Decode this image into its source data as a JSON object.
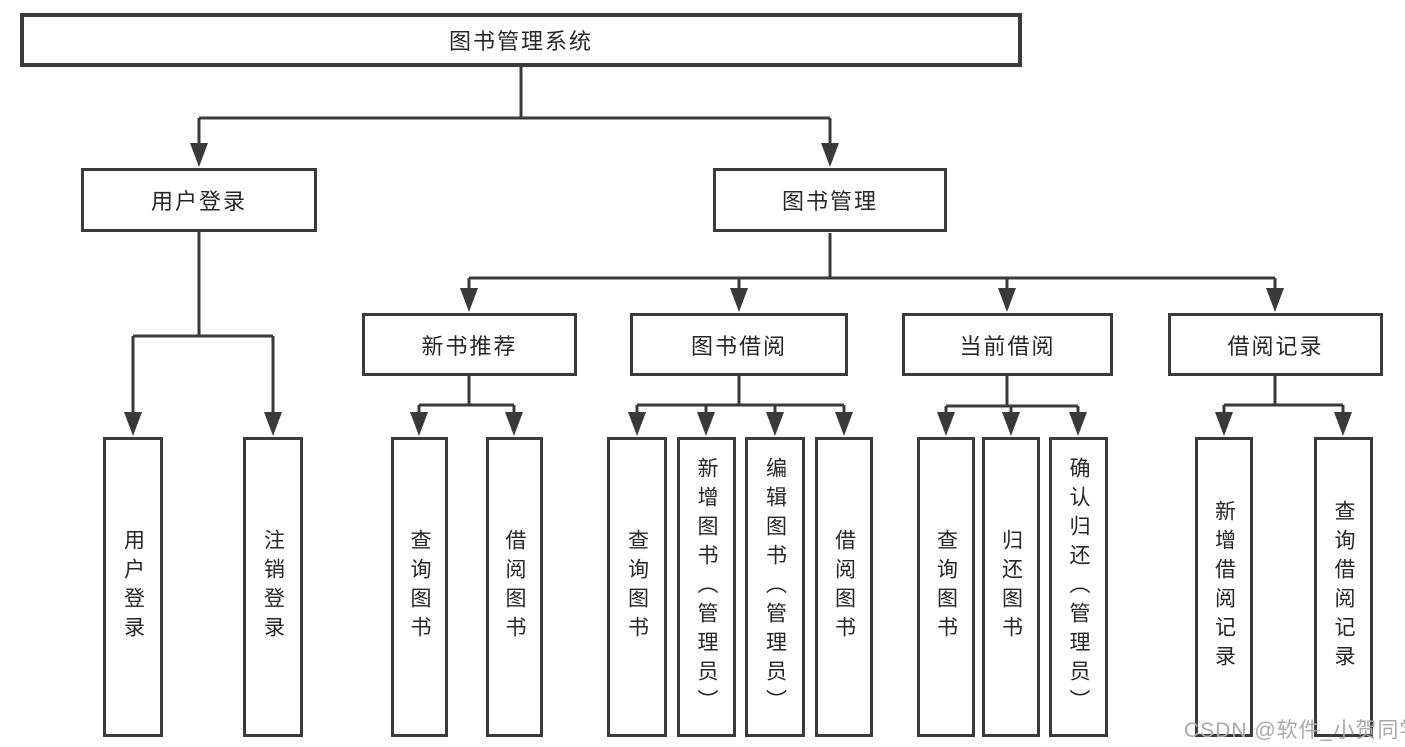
{
  "tree": {
    "root": {
      "label": "图书管理系统"
    },
    "level2": [
      {
        "label": "用户登录",
        "leaves": [
          {
            "label": "用户登录"
          },
          {
            "label": "注销登录"
          }
        ]
      },
      {
        "label": "图书管理",
        "sections": [
          {
            "label": "新书推荐",
            "leaves": [
              {
                "label": "查询图书"
              },
              {
                "label": "借阅图书"
              }
            ]
          },
          {
            "label": "图书借阅",
            "leaves": [
              {
                "label": "查询图书"
              },
              {
                "label": "新增图书（管理员）"
              },
              {
                "label": "编辑图书（管理员）"
              },
              {
                "label": "借阅图书"
              }
            ]
          },
          {
            "label": "当前借阅",
            "leaves": [
              {
                "label": "查询图书"
              },
              {
                "label": "归还图书"
              },
              {
                "label": "确认归还（管理员）"
              }
            ]
          },
          {
            "label": "借阅记录",
            "leaves": [
              {
                "label": "新增借阅记录"
              },
              {
                "label": "查询借阅记录"
              }
            ]
          }
        ]
      }
    ]
  },
  "watermark": {
    "text": "CSDN @软件_小贺同学"
  },
  "colors": {
    "line": "#3a3a3a",
    "box_border": "#3a3a3a",
    "text": "#262626",
    "background": "#ffffff",
    "watermark": "#a9a9a9"
  }
}
